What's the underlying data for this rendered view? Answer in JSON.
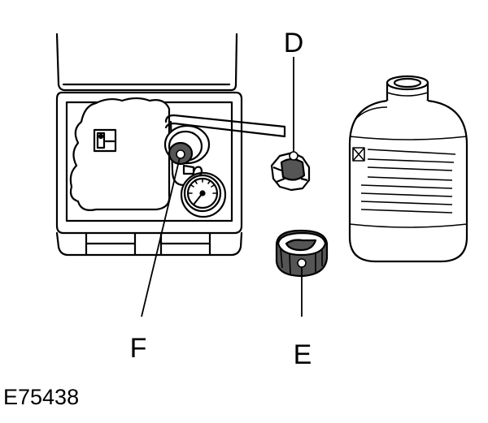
{
  "callouts": {
    "d": "D",
    "e": "E",
    "f": "F"
  },
  "figure_id": "E75438",
  "colors": {
    "ink": "#000000",
    "fill_light": "#ffffff",
    "fill_dark": "#555555"
  },
  "parts": [
    "compressor-case-icon",
    "valve-cap-icon",
    "sealant-bottle-cap-icon",
    "sealant-bottle-icon",
    "pressure-gauge-icon"
  ]
}
